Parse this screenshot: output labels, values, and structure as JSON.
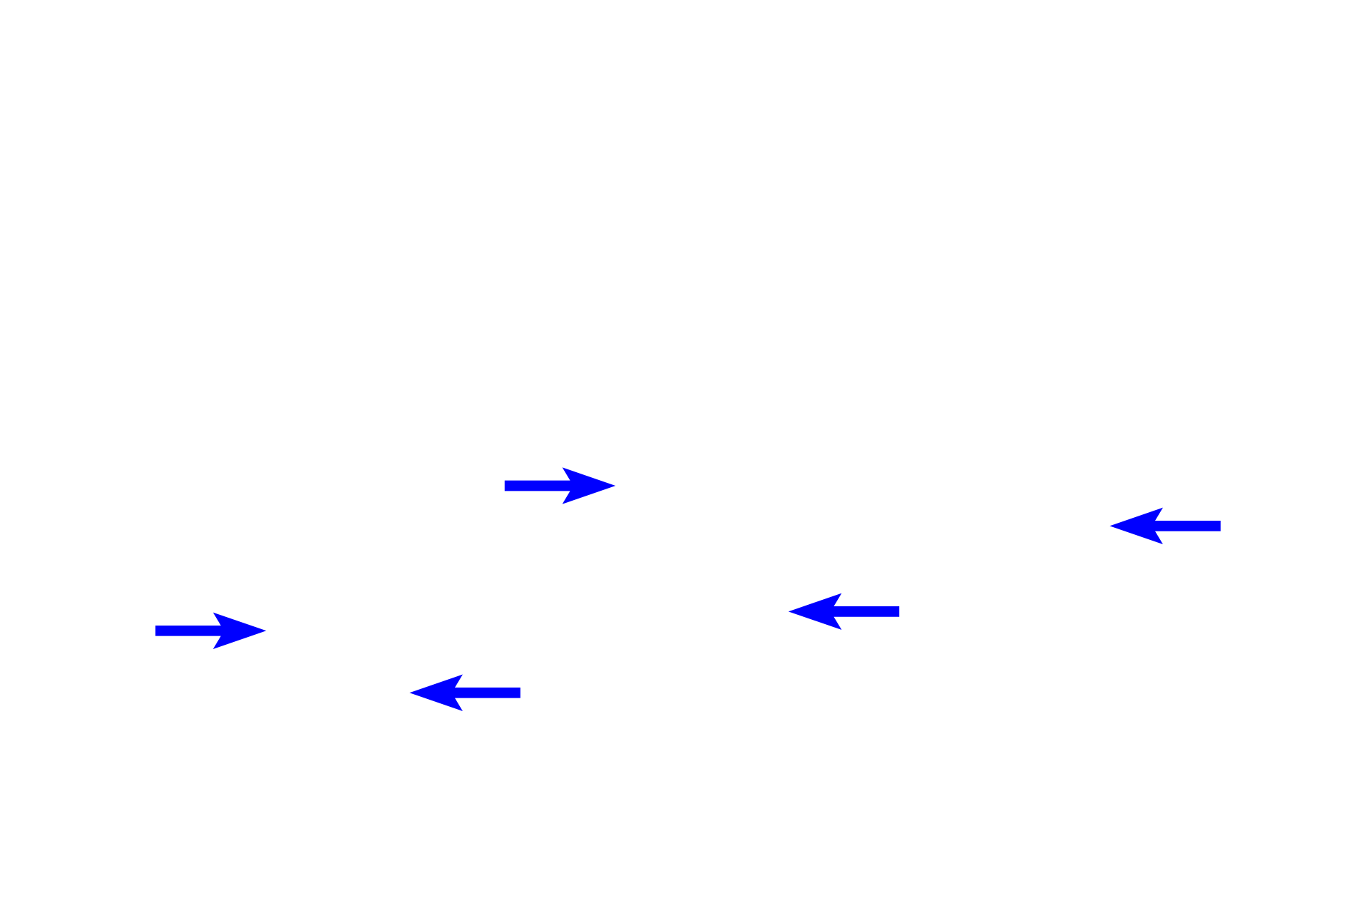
{
  "colors": {
    "arrow": "#0000ff",
    "background": "#ffffff"
  },
  "arrows": [
    {
      "icon": "arrow-right-icon",
      "direction": "right"
    },
    {
      "icon": "arrow-left-icon",
      "direction": "left"
    },
    {
      "icon": "arrow-left-icon",
      "direction": "left"
    },
    {
      "icon": "arrow-right-icon",
      "direction": "right"
    },
    {
      "icon": "arrow-left-icon",
      "direction": "left"
    }
  ]
}
